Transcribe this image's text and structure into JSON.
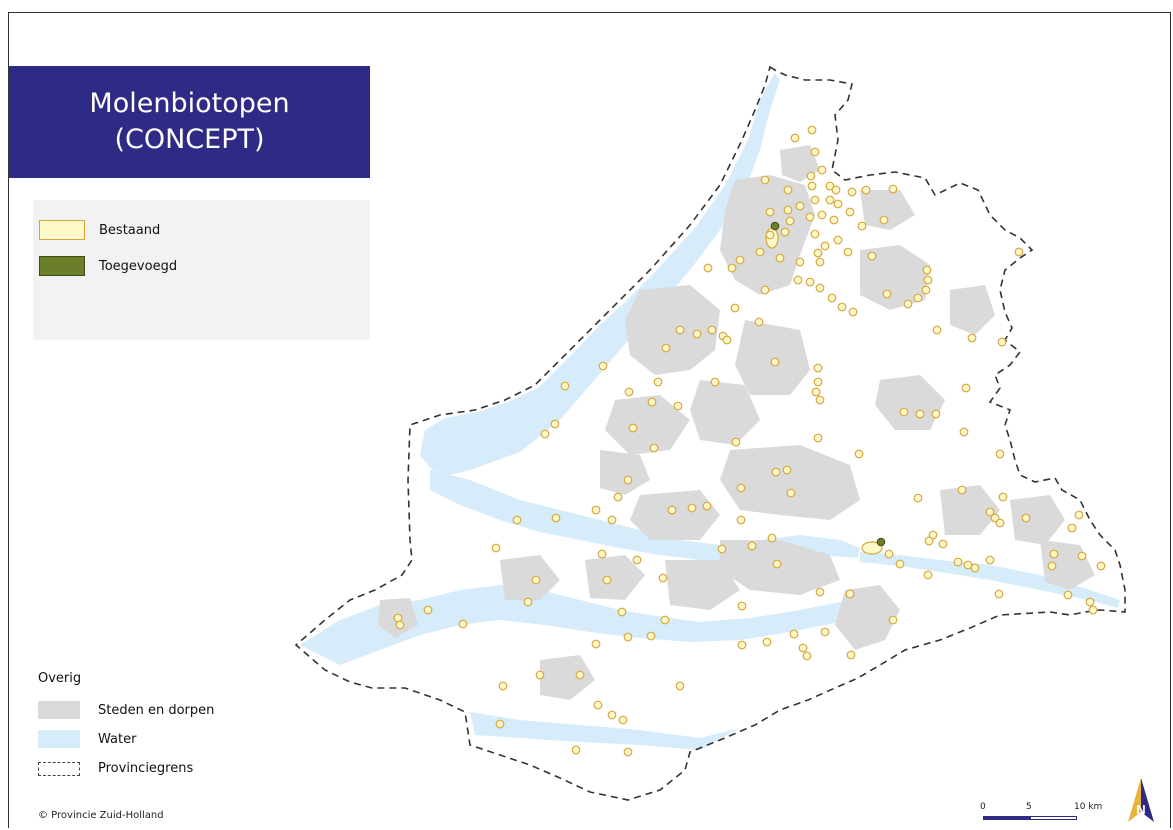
{
  "title": {
    "line1": "Molenbiotopen",
    "line2": "(CONCEPT)"
  },
  "legend": {
    "items": [
      {
        "label": "Bestaand",
        "color": "#fff8c8",
        "border": "#d6a73c"
      },
      {
        "label": "Toegevoegd",
        "color": "#6b7f2a",
        "border": "#3f4c17"
      }
    ]
  },
  "overig": {
    "heading": "Overig",
    "items": [
      {
        "label": "Steden en dorpen",
        "color": "#dadada"
      },
      {
        "label": "Water",
        "color": "#d6ecfa"
      },
      {
        "label": "Provinciegrens",
        "color": "#444444"
      }
    ]
  },
  "copyright": "© Provincie Zuid-Holland",
  "scalebar": {
    "labels": [
      "0",
      "5",
      "10 km"
    ]
  },
  "north_arrow": {
    "letter": "N",
    "icon": "north-arrow-icon"
  },
  "colors": {
    "title_bg": "#2e2a86",
    "water": "#d6ecfa",
    "urban": "#dadada",
    "land": "#ffffff",
    "windmill_existing": "#fff8c8",
    "windmill_added": "#6b7f2a"
  }
}
